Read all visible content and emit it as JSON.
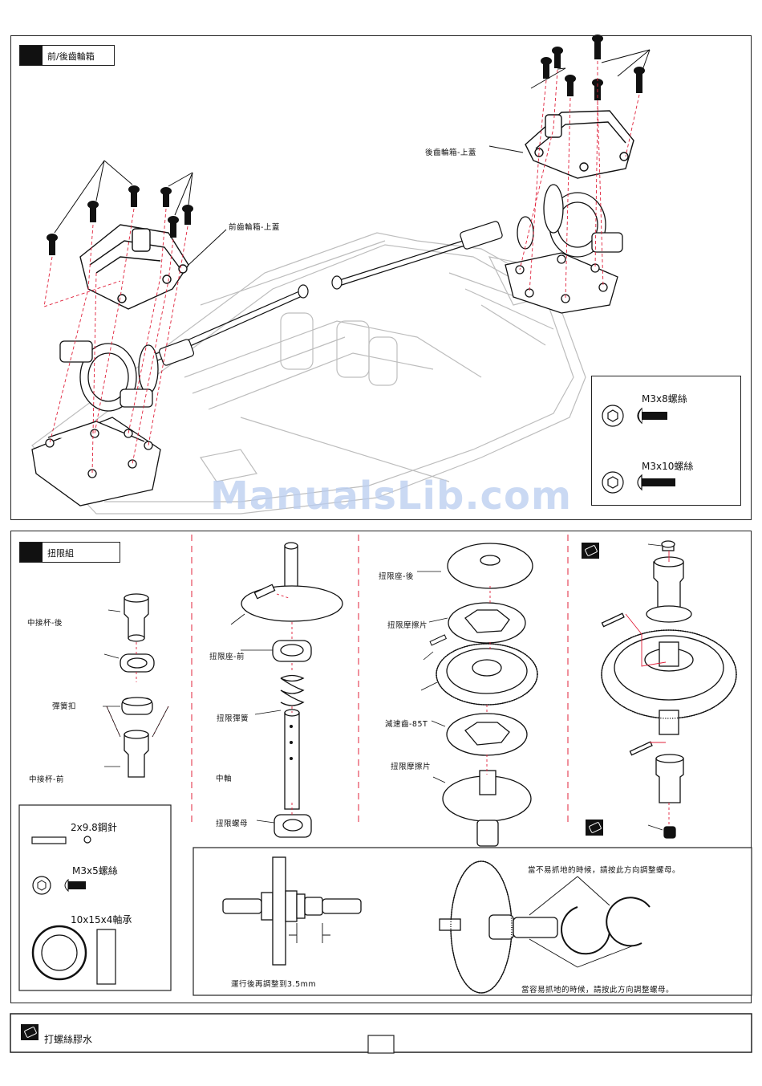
{
  "section1": {
    "title": "前/後齒輪箱",
    "labels": {
      "rear_upper": "後齒輪箱-上蓋",
      "front_upper": "前齒輪箱-上蓋"
    },
    "legend": [
      {
        "label": "M3x8螺絲"
      },
      {
        "label": "M3x10螺絲"
      }
    ]
  },
  "section2": {
    "title": "扭限組",
    "labels": {
      "cup_rear": "中接杯-後",
      "spring_clip": "彈簧扣",
      "cup_front": "中接杯-前",
      "seat_front": "扭限座-前",
      "spring": "扭限彈簧",
      "shaft": "中軸",
      "nut": "扭限螺母",
      "seat_rear": "扭限座-後",
      "pad1": "扭限摩擦片",
      "gear": "減速齒-85T",
      "pad2": "扭限摩擦片"
    },
    "legend": [
      {
        "label": "2x9.8鋼針"
      },
      {
        "label": "M3x5螺絲"
      },
      {
        "label": "10x15x4軸承"
      }
    ],
    "notes": {
      "adjust": "運行後再調整到3.5mm",
      "hard_grip": "當不易抓地的時候，請按此方向調整螺母。",
      "easy_grip": "當容易抓地的時候，請按此方向調整螺母。"
    }
  },
  "footer": {
    "glue_label": "打螺絲膠水"
  },
  "watermark": "ManualsLib.com"
}
